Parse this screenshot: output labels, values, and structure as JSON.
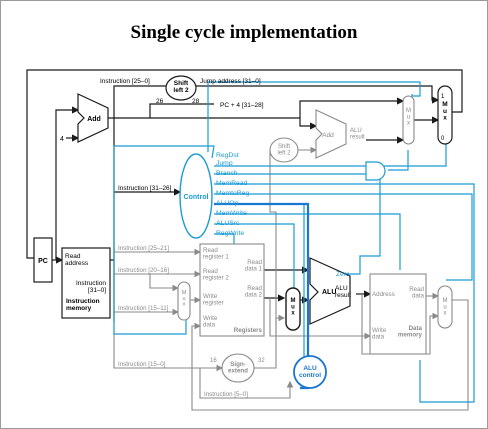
{
  "title": "Single cycle implementation",
  "colors": {
    "control": "#1a9bd6",
    "datapath": "#1a1a1a",
    "inactive": "#8a8a8a",
    "highlight": "#1976d2"
  },
  "labels": {
    "instr_25_0": "Instruction [25–0]",
    "shift_left_2": "Shift\nleft 2",
    "jump_address": "Jump address [31–0]",
    "num_26": "26",
    "num_28": "28",
    "pc_plus4": "PC + 4 [31–28]",
    "add": "Add",
    "four": "4",
    "alu_result": "ALU\nresult",
    "instr_31_26": "Instruction [31–26]",
    "control": "Control",
    "pc": "PC",
    "read_address": "Read\naddress",
    "instruction_31_0": "Instruction\n[31–0]",
    "instruction_memory": "Instruction\nmemory",
    "instr_25_21": "Instruction [25–21]",
    "instr_20_16": "Instruction [20–16]",
    "instr_15_11": "Instruction [15–11]",
    "instr_15_0": "Instruction [15–0]",
    "instr_5_0": "Instruction [5–0]",
    "read_register_1": "Read\nregister 1",
    "read_register_2": "Read\nregister 2",
    "write_register": "Write\nregister",
    "write_data": "Write\ndata",
    "registers": "Registers",
    "read_data_1": "Read\ndata 1",
    "read_data_2": "Read\ndata 2",
    "zero": "Zero",
    "alu": "ALU",
    "address": "Address",
    "read_data": "Read\ndata",
    "data_memory": "Data\nmemory",
    "sign_extend": "Sign-\nextend",
    "num_16": "16",
    "num_32": "32",
    "alu_control": "ALU\ncontrol",
    "mux": "M\nu\nx",
    "zero_one": "0",
    "one": "1"
  },
  "control_signals": [
    "RegDst",
    "Jump",
    "Branch",
    "MemRead",
    "MemtoReg",
    "ALUOp",
    "MemWrite",
    "ALUSrc",
    "RegWrite"
  ]
}
